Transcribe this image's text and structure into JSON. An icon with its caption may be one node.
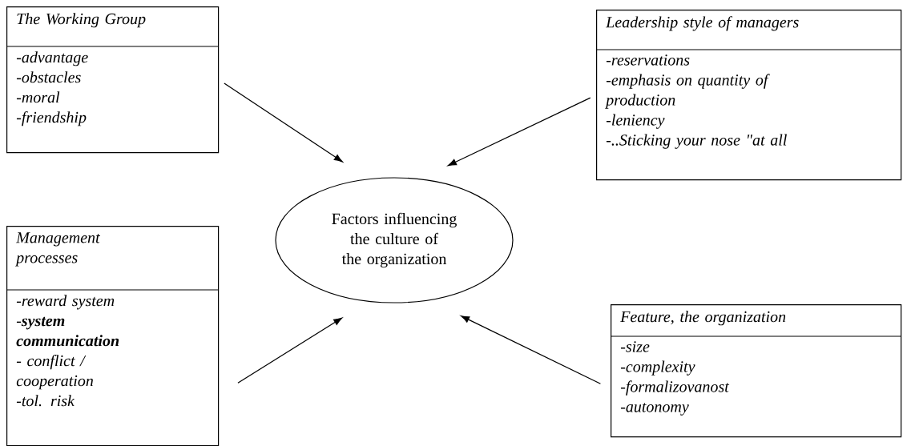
{
  "diagram": {
    "nodes": [
      {
        "text": [
          "The Working Group",
          "-advantage",
          "-obstacles",
          "-moral",
          "-friendship"
        ]
      },
      {
        "text": [
          "Leadership style of managers",
          "-reservations",
          "-emphasis on quantity of production",
          "-leniency",
          "-..Sticking your nose \"at all"
        ]
      },
      {
        "text": [
          "Factors influencing the culture of the organization"
        ]
      },
      {
        "text": [
          "Management processes",
          "-reward system",
          "-**system communication**",
          "- conflict / cooperation",
          "-tol. risk"
        ]
      },
      {
        "text": [
          "Feature, the organization",
          "-size",
          "-complexity",
          "-formalizovanost",
          "-autonomy"
        ]
      }
    ],
    "edges": [
      {
        "from": 0,
        "to": 2,
        "arrow": "to"
      },
      {
        "from": 1,
        "to": 2,
        "arrow": "to"
      },
      {
        "from": 3,
        "to": 2,
        "arrow": "to"
      },
      {
        "from": 4,
        "to": 2,
        "arrow": "to"
      }
    ]
  }
}
